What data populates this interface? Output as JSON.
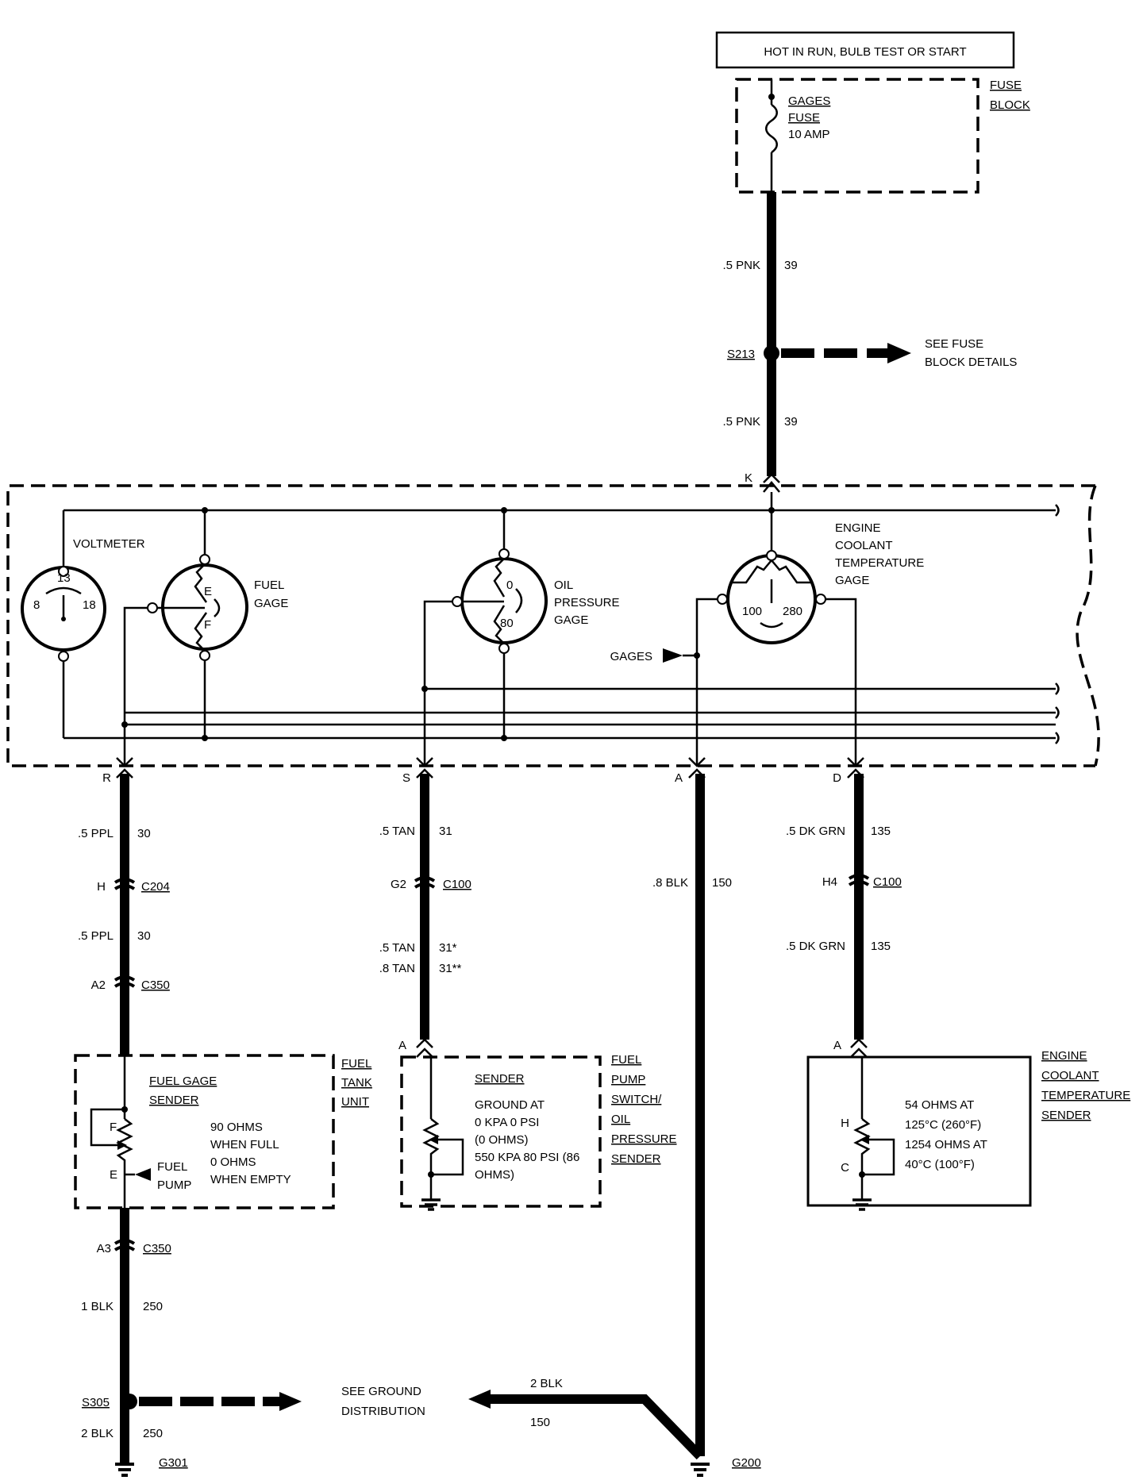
{
  "header": {
    "power_label": "HOT IN RUN, BULB TEST OR START"
  },
  "fuse_block": {
    "label_line1": "FUSE",
    "label_line2": "BLOCK",
    "fuse_name_1": "GAGES",
    "fuse_name_2": "FUSE",
    "fuse_rating": "10 AMP"
  },
  "wires": {
    "top_size_1": ".5 PNK",
    "top_circuit_1": "39",
    "top_size_2": ".5 PNK",
    "top_circuit_2": "39",
    "r_size_1": ".5 PPL",
    "r_circuit_1": "30",
    "r_size_2": ".5 PPL",
    "r_circuit_2": "30",
    "r_size_3": "1 BLK",
    "r_circuit_3": "250",
    "r_size_4": "2 BLK",
    "r_circuit_4": "250",
    "s_size_1": ".5 TAN",
    "s_circuit_1": "31",
    "s_size_2": ".5 TAN",
    "s_circuit_2": "31*",
    "s_size_3": ".8 TAN",
    "s_circuit_3": "31**",
    "a_size": ".8 BLK",
    "a_circuit": "150",
    "d_size_1": ".5 DK GRN",
    "d_circuit_1": "135",
    "d_size_2": ".5 DK GRN",
    "d_circuit_2": "135",
    "g200_size": "2 BLK",
    "g200_circuit": "150"
  },
  "splices": {
    "s213": "S213",
    "s305": "S305"
  },
  "references": {
    "fuse_details_1": "SEE FUSE",
    "fuse_details_2": "BLOCK DETAILS",
    "ground_dist_1": "SEE GROUND",
    "ground_dist_2": "DISTRIBUTION"
  },
  "cluster": {
    "pin_k": "K",
    "pin_r": "R",
    "pin_s": "S",
    "pin_a": "A",
    "pin_d": "D",
    "voltmeter_label": "VOLTMETER",
    "volt_8": "8",
    "volt_13": "13",
    "volt_18": "18",
    "fuel_gage_1": "FUEL",
    "fuel_gage_2": "GAGE",
    "fuel_e": "E",
    "fuel_f": "F",
    "oil_1": "OIL",
    "oil_2": "PRESSURE",
    "oil_3": "GAGE",
    "oil_0": "0",
    "oil_80": "80",
    "ect_1": "ENGINE",
    "ect_2": "COOLANT",
    "ect_3": "TEMPERATURE",
    "ect_4": "GAGE",
    "ect_100": "100",
    "ect_280": "280",
    "gages_label": "GAGES"
  },
  "connectors": {
    "h": "H",
    "c204": "C204",
    "a2": "A2",
    "c350_1": "C350",
    "a3": "A3",
    "c350_2": "C350",
    "g2": "G2",
    "c100_1": "C100",
    "h4": "H4",
    "c100_2": "C100",
    "pin_a_s": "A",
    "pin_a_d": "A"
  },
  "fuel_tank": {
    "title_1": "FUEL GAGE",
    "title_2": "SENDER",
    "unit_1": "FUEL",
    "unit_2": "TANK",
    "unit_3": "UNIT",
    "pin_f": "F",
    "pin_e": "E",
    "pump_1": "FUEL",
    "pump_2": "PUMP",
    "spec_1": "90 OHMS",
    "spec_2": "WHEN FULL",
    "spec_3": "0 OHMS",
    "spec_4": "WHEN EMPTY"
  },
  "oil_sender": {
    "title": "SENDER",
    "spec_1": "GROUND AT",
    "spec_2": "0 KPA 0 PSI",
    "spec_3": "(0 OHMS)",
    "spec_4": "550 KPA 80 PSI (86",
    "spec_5": "OHMS)",
    "unit_1": "FUEL",
    "unit_2": "PUMP",
    "unit_3": "SWITCH/",
    "unit_4": "OIL",
    "unit_5": "PRESSURE",
    "unit_6": "SENDER"
  },
  "ect_sender": {
    "unit_1": "ENGINE",
    "unit_2": "COOLANT",
    "unit_3": "TEMPERATURE",
    "unit_4": "SENDER",
    "pin_h": "H",
    "pin_c": "C",
    "spec_1": "54 OHMS AT",
    "spec_2": "125°C (260°F)",
    "spec_3": "1254 OHMS AT",
    "spec_4": "40°C (100°F)"
  },
  "grounds": {
    "g301": "G301",
    "g200": "G200"
  }
}
